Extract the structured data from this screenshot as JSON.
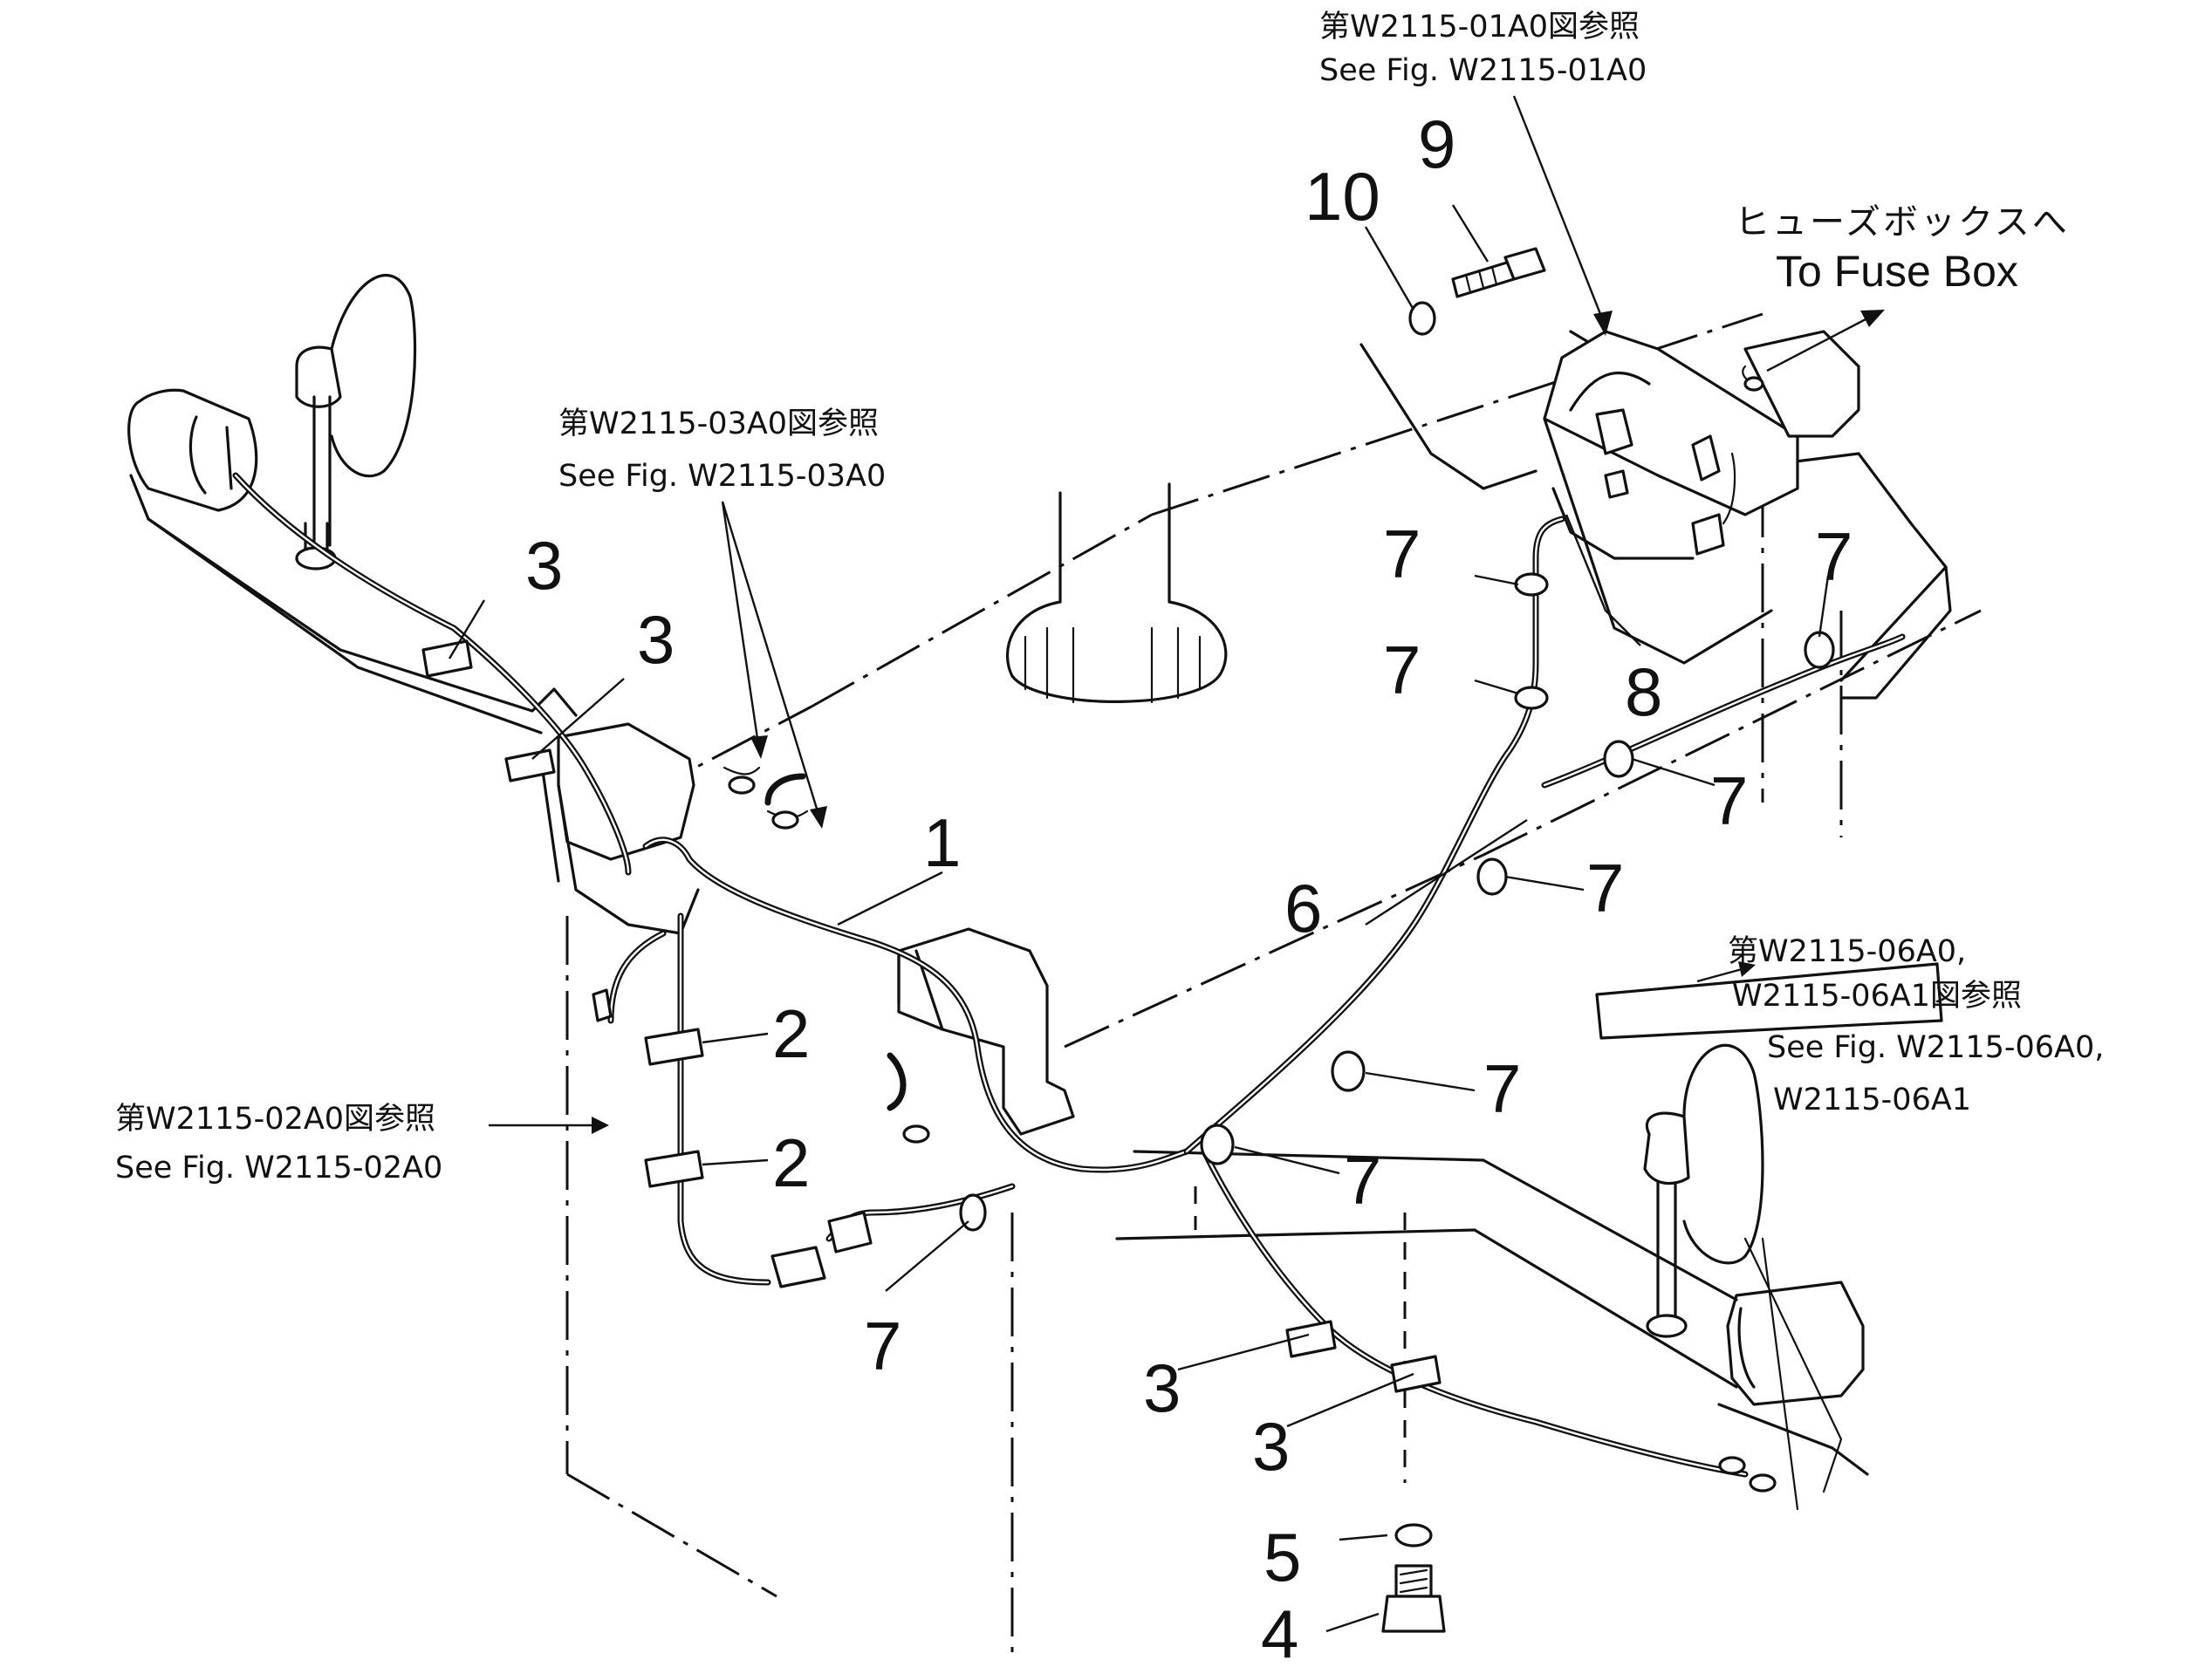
{
  "references": {
    "w2115_01a0": {
      "jp": "第W2115-01A0図参照",
      "en": "See Fig. W2115-01A0"
    },
    "w2115_03a0": {
      "jp": "第W2115-03A0図参照",
      "en": "See Fig. W2115-03A0"
    },
    "w2115_02a0": {
      "jp": "第W2115-02A0図参照",
      "en": "See Fig. W2115-02A0"
    },
    "w2115_06a0": {
      "jp_line1": "第W2115-06A0,",
      "jp_line2": "W2115-06A1図参照",
      "en_line1": "See Fig. W2115-06A0,",
      "en_line2": "W2115-06A1"
    }
  },
  "fuse_box": {
    "jp": "ヒューズボックスへ",
    "en": "To Fuse Box"
  },
  "callouts": {
    "c1": "1",
    "c2a": "2",
    "c2b": "2",
    "c3a": "3",
    "c3b": "3",
    "c3c": "3",
    "c3d": "3",
    "c4": "4",
    "c5": "5",
    "c6": "6",
    "c7a": "7",
    "c7b": "7",
    "c7c": "7",
    "c7d": "7",
    "c7e": "7",
    "c7f": "7",
    "c7g": "7",
    "c7h": "7",
    "c8": "8",
    "c9": "9",
    "c10": "10"
  }
}
